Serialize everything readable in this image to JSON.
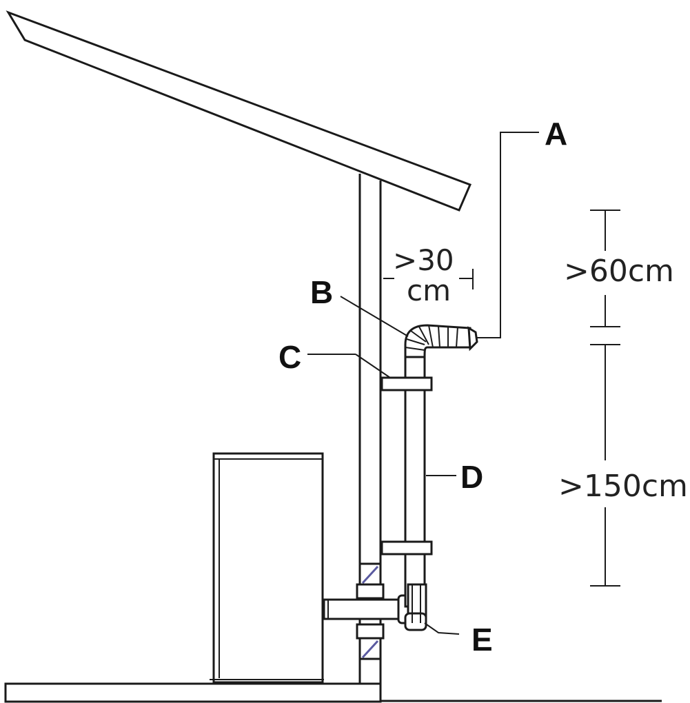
{
  "labels": {
    "a": "A",
    "b": "B",
    "c": "C",
    "d": "D",
    "e": "E"
  },
  "dimensions": {
    "offset_top": ">30",
    "offset_unit": "cm",
    "vertical_upper": ">60cm",
    "vertical_lower": ">150cm"
  },
  "colors": {
    "line": "#1a1a1a",
    "hatch": "#5a5aa0"
  }
}
